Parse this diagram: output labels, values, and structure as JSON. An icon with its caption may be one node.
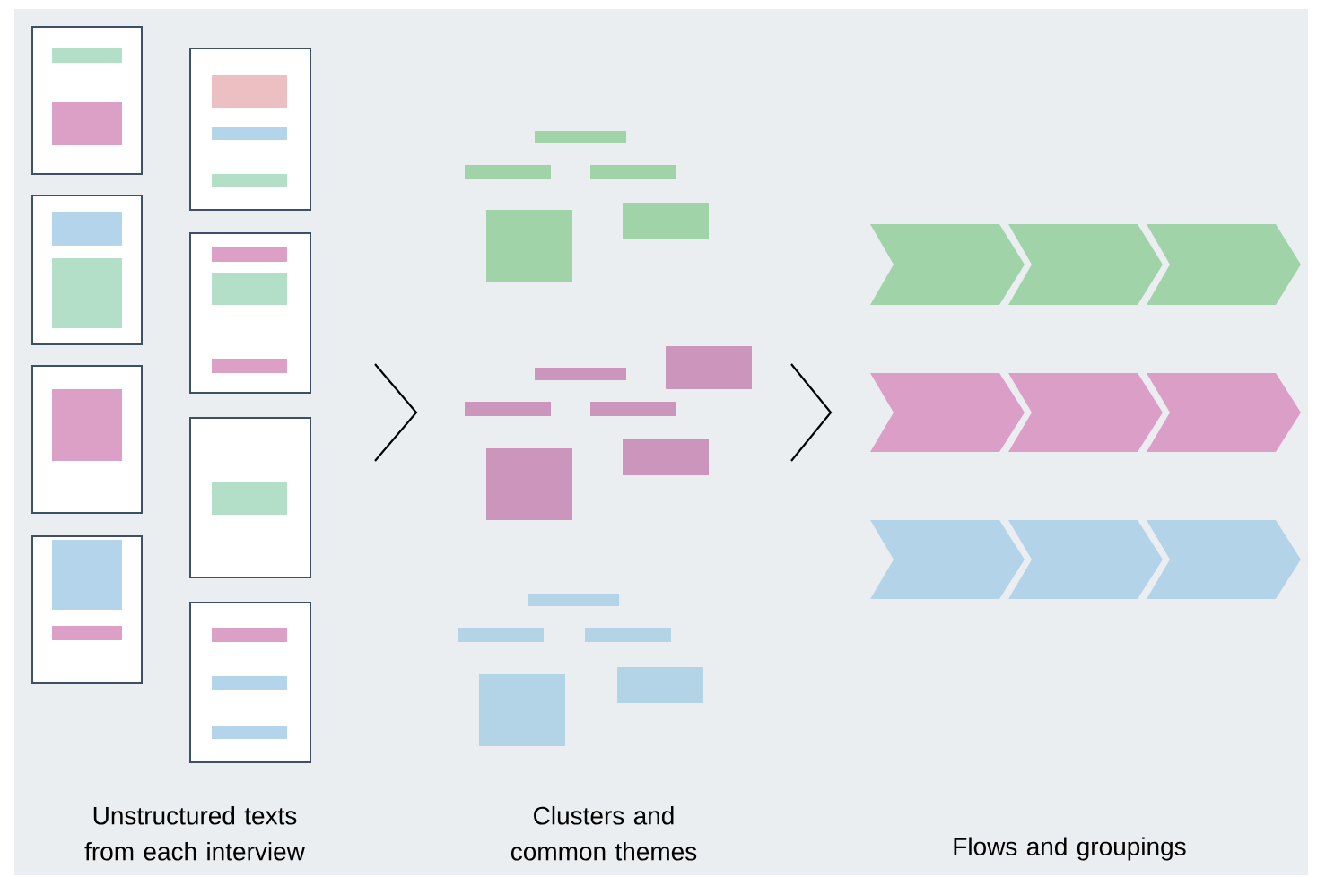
{
  "diagram": {
    "labels": [
      "Unstructured texts from each interview",
      "Clusters and common themes",
      "Flows and groupings"
    ]
  }
}
